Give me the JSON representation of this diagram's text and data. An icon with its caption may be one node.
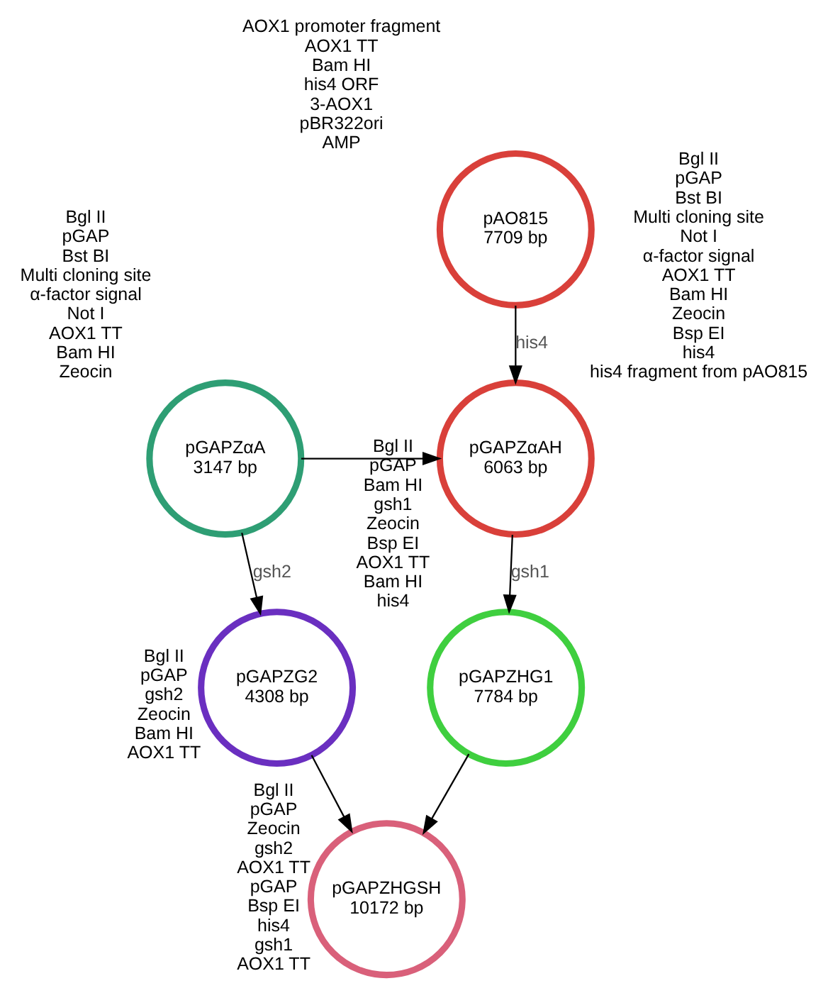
{
  "diagram": {
    "nodes": [
      {
        "text": [
          "pAO815",
          "7709 bp"
        ],
        "beside": [
          "AOX1 promoter fragment",
          "AOX1 TT",
          "Bam HI",
          "his4 ORF",
          "3-AOX1",
          "pBR322ori",
          "AMP"
        ]
      },
      {
        "text": [
          "pGAPZαA",
          "3147 bp"
        ],
        "beside": [
          "Bgl II",
          "pGAP",
          "Bst BI",
          "Multi cloning site",
          "α-factor signal",
          "Not I",
          "AOX1 TT",
          "Bam HI",
          "Zeocin"
        ]
      },
      {
        "text": [
          "pGAPZαAH",
          "6063 bp"
        ],
        "beside": [
          "Bgl II",
          "pGAP",
          "Bst BI",
          "Multi cloning site",
          "Not I",
          "α-factor signal",
          "AOX1 TT",
          "Bam HI",
          "Zeocin",
          "Bsp EI",
          "his4",
          "his4 fragment from pAO815"
        ]
      },
      {
        "text": [
          "pGAPZG2",
          "4308 bp"
        ],
        "beside": [
          "Bgl II",
          "pGAP",
          "gsh2",
          "Zeocin",
          "Bam HI",
          "AOX1 TT"
        ]
      },
      {
        "text": [
          "pGAPZHG1",
          "7784 bp"
        ],
        "beside": [
          "Bgl II",
          "pGAP",
          "Bam HI",
          "gsh1",
          "Zeocin",
          "Bsp EI",
          "AOX1 TT",
          "Bam HI",
          "his4"
        ]
      },
      {
        "text": [
          "pGAPZHGSH",
          "10172 bp"
        ],
        "beside": [
          "Bgl II",
          "pGAP",
          "Zeocin",
          "gsh2",
          "AOX1 TT",
          "pGAP",
          "Bsp EI",
          "his4",
          "gsh1",
          "AOX1 TT"
        ]
      }
    ],
    "edges": [
      {
        "from": 0,
        "to": 2,
        "arrow": "to",
        "label": "his4"
      },
      {
        "from": 1,
        "to": 2,
        "arrow": "to"
      },
      {
        "from": 1,
        "to": 3,
        "arrow": "to",
        "label": "gsh2"
      },
      {
        "from": 2,
        "to": 4,
        "arrow": "to",
        "label": "gsh1"
      },
      {
        "from": 3,
        "to": 5,
        "arrow": "to"
      },
      {
        "from": 4,
        "to": 5,
        "arrow": "to"
      }
    ]
  }
}
